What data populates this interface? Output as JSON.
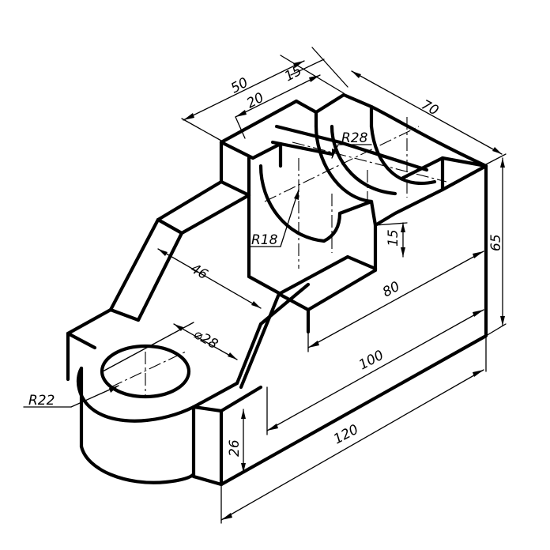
{
  "dimensions": {
    "d50": "50",
    "d15_top": "15",
    "d20": "20",
    "d70": "70",
    "r28": "R28",
    "r18": "R18",
    "d46": "46",
    "d15_side": "15",
    "d65": "65",
    "d80": "80",
    "d28": "⌀28",
    "d100": "100",
    "r22": "R22",
    "d26": "26",
    "d120": "120"
  },
  "colors": {
    "line": "#000000",
    "background": "#ffffff"
  }
}
